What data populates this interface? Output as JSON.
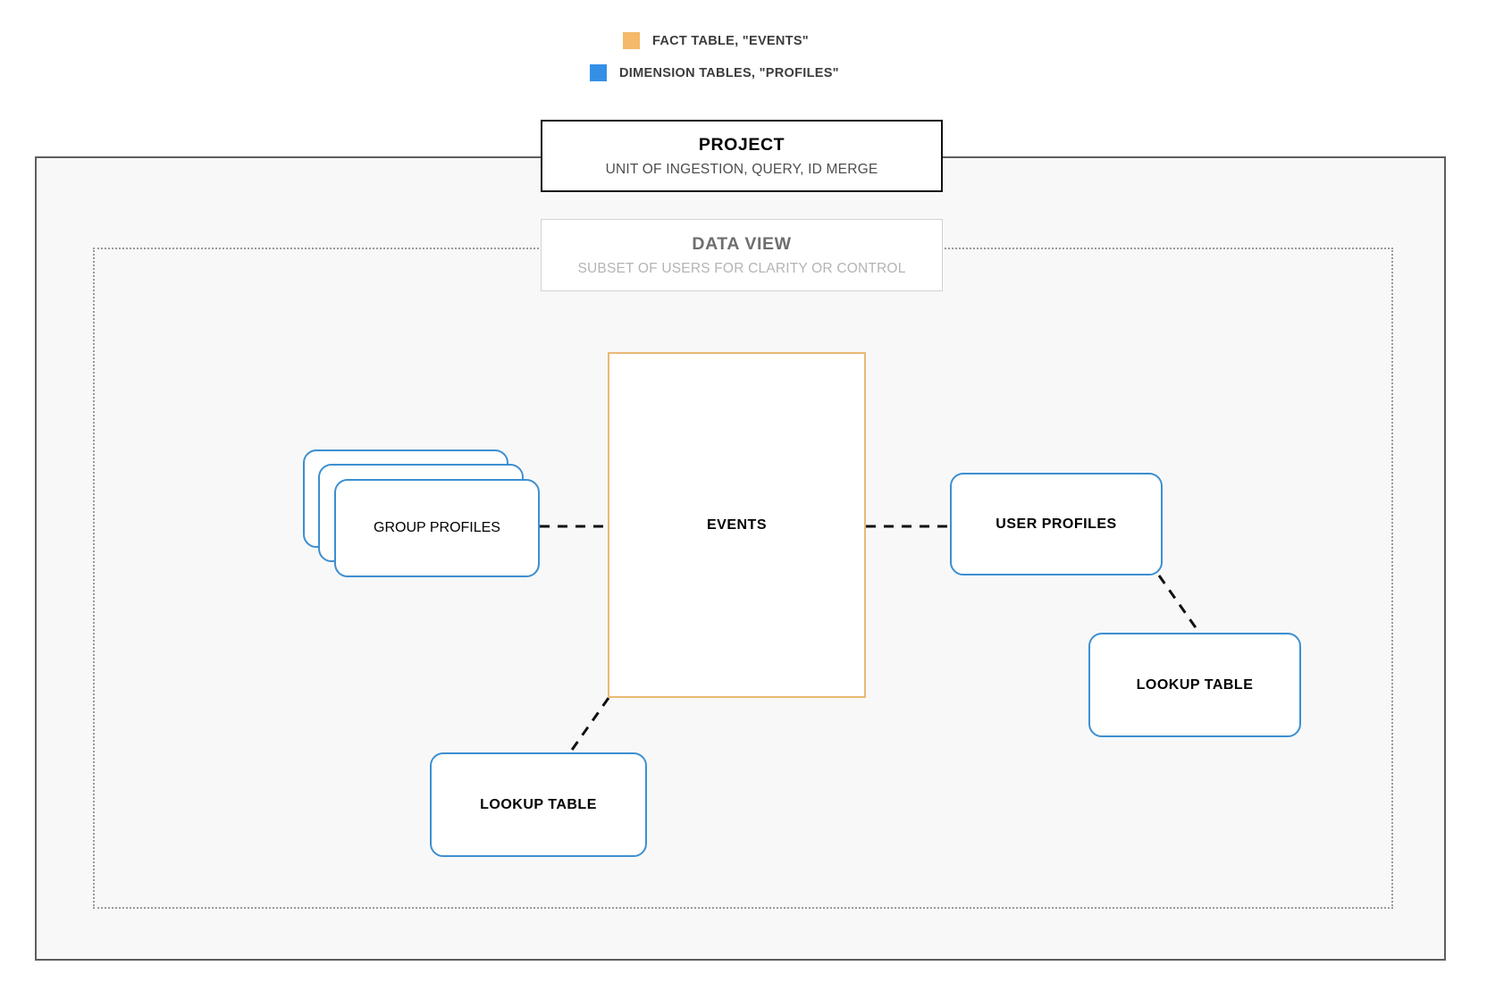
{
  "legend": {
    "items": [
      {
        "label": "FACT TABLE, \"EVENTS\"",
        "color": "#f5b969",
        "icon": "square-swatch-icon"
      },
      {
        "label": "DIMENSION TABLES, \"PROFILES\"",
        "color": "#3490e6",
        "icon": "square-swatch-icon"
      }
    ]
  },
  "project": {
    "title": "PROJECT",
    "subtitle": "UNIT OF INGESTION, QUERY, ID MERGE"
  },
  "data_view": {
    "title": "DATA VIEW",
    "subtitle": "SUBSET OF USERS FOR CLARITY OR CONTROL"
  },
  "nodes": {
    "events": {
      "label": "EVENTS",
      "border_color": "#eab974"
    },
    "group_profiles": {
      "label": "GROUP PROFILES",
      "border_color": "#3d8fd1",
      "stack_count": 3
    },
    "user_profiles": {
      "label": "USER PROFILES",
      "border_color": "#3d8fd1"
    },
    "lookup_table_right": {
      "label": "LOOKUP TABLE",
      "border_color": "#3d8fd1"
    },
    "lookup_table_left": {
      "label": "LOOKUP TABLE",
      "border_color": "#3d8fd1"
    }
  },
  "colors": {
    "fact_accent": "#f5b969",
    "dimension_accent": "#3490e6",
    "project_border": "#111111",
    "data_view_border": "#d2d2d2",
    "area_background": "#f8f8f8",
    "connector": "#111111"
  }
}
